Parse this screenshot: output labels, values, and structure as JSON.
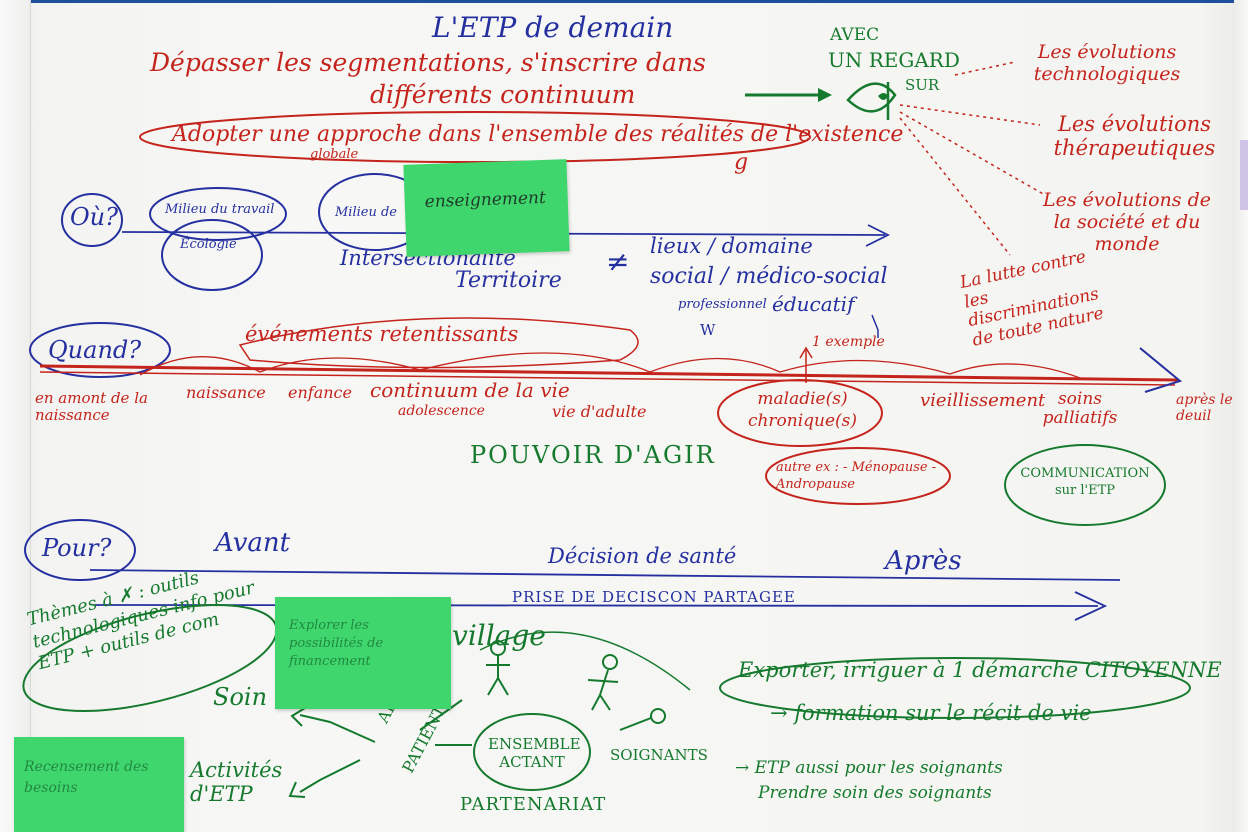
{
  "title": "L'ETP de demain",
  "intro": {
    "line1": "Dépasser les segmentations, s'inscrire dans",
    "line2": "différents continuum",
    "approach": "Adopter une approche dans l'ensemble des réalités de l'existence",
    "approach_insert": "globale",
    "mark": "g"
  },
  "regard": {
    "avec": "AVEC",
    "un_regard": "UN REGARD",
    "sur": "SUR",
    "items": [
      "Les évolutions technologiques",
      "Les évolutions thérapeutiques",
      "Les évolutions de la société et du monde",
      "La lutte contre les discriminations de toute nature"
    ]
  },
  "ou": {
    "label": "Où?",
    "bubbles": [
      "Milieu du travail",
      "Écologie",
      "Milieu de"
    ],
    "line1": "Intersectionalité",
    "line2": "Territoire",
    "neq": "≠",
    "lieu": "lieux / domaine",
    "social": "social / médico-social",
    "pro": "professionnel",
    "edu": "éducatif",
    "w": "W"
  },
  "quand": {
    "label": "Quand?",
    "events_label": "événements retentissants",
    "timeline": [
      "en amont de la naissance",
      "naissance",
      "enfance",
      "continuum de la vie",
      "adolescence",
      "vie d'adulte",
      "maladie(s) chronique(s)",
      "vieillissement",
      "soins palliatifs",
      "après le deuil"
    ],
    "exemple": "1 exemple",
    "other_ex": "autre ex : - Ménopause - Andropause",
    "pouvoir": "POUVOIR D'AGIR",
    "communication": "COMMUNICATION sur l'ETP"
  },
  "pour": {
    "label": "Pour?",
    "avant": "Avant",
    "decision": "Décision de santé",
    "apres": "Après",
    "partagee": "PRISE DE DECISCON PARTAGEE"
  },
  "bottom": {
    "themes": "Thèmes à ✗ : outils technologiques info pour ETP + outils de com",
    "soin": "Soin",
    "village": "village",
    "aidants": "AIDANTS",
    "patients": "PATIENTS",
    "ensemble": "ENSEMBLE ACTANT",
    "soignants": "SOIGNANTS",
    "activites": "Activités d'ETP",
    "partenariat": "PARTENARIAT",
    "exporter": "Exporter, irriguer à 1 démarche CITOYENNE",
    "formation": "→ formation sur le récit de vie",
    "etp_soignants": "→ ETP aussi pour les soignants",
    "prendre_soin": "Prendre soin des soignants"
  },
  "stickies": {
    "enseignement": "enseignement",
    "explorer": "Explorer les possibilités de financement",
    "recensement": "Recensement des besoins"
  },
  "colors": {
    "red_ink": "#c4241c",
    "blue_ink": "#2530a0",
    "green_ink": "#157a2e",
    "sticky": "#3fd76d"
  }
}
